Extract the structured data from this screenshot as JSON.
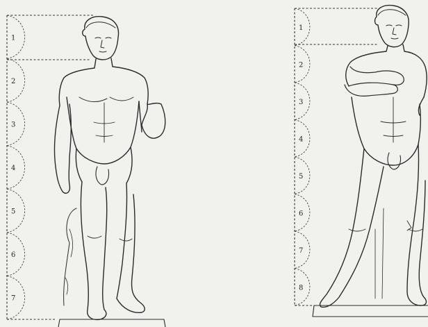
{
  "left_scale": {
    "labels": [
      "1",
      "2",
      "3",
      "4",
      "5",
      "6",
      "7"
    ]
  },
  "right_scale": {
    "labels": [
      "1",
      "2",
      "3",
      "4",
      "5",
      "6",
      "7",
      "8"
    ]
  },
  "colors": {
    "paper": "#f1f1ee",
    "ink": "#2a2a2a"
  }
}
